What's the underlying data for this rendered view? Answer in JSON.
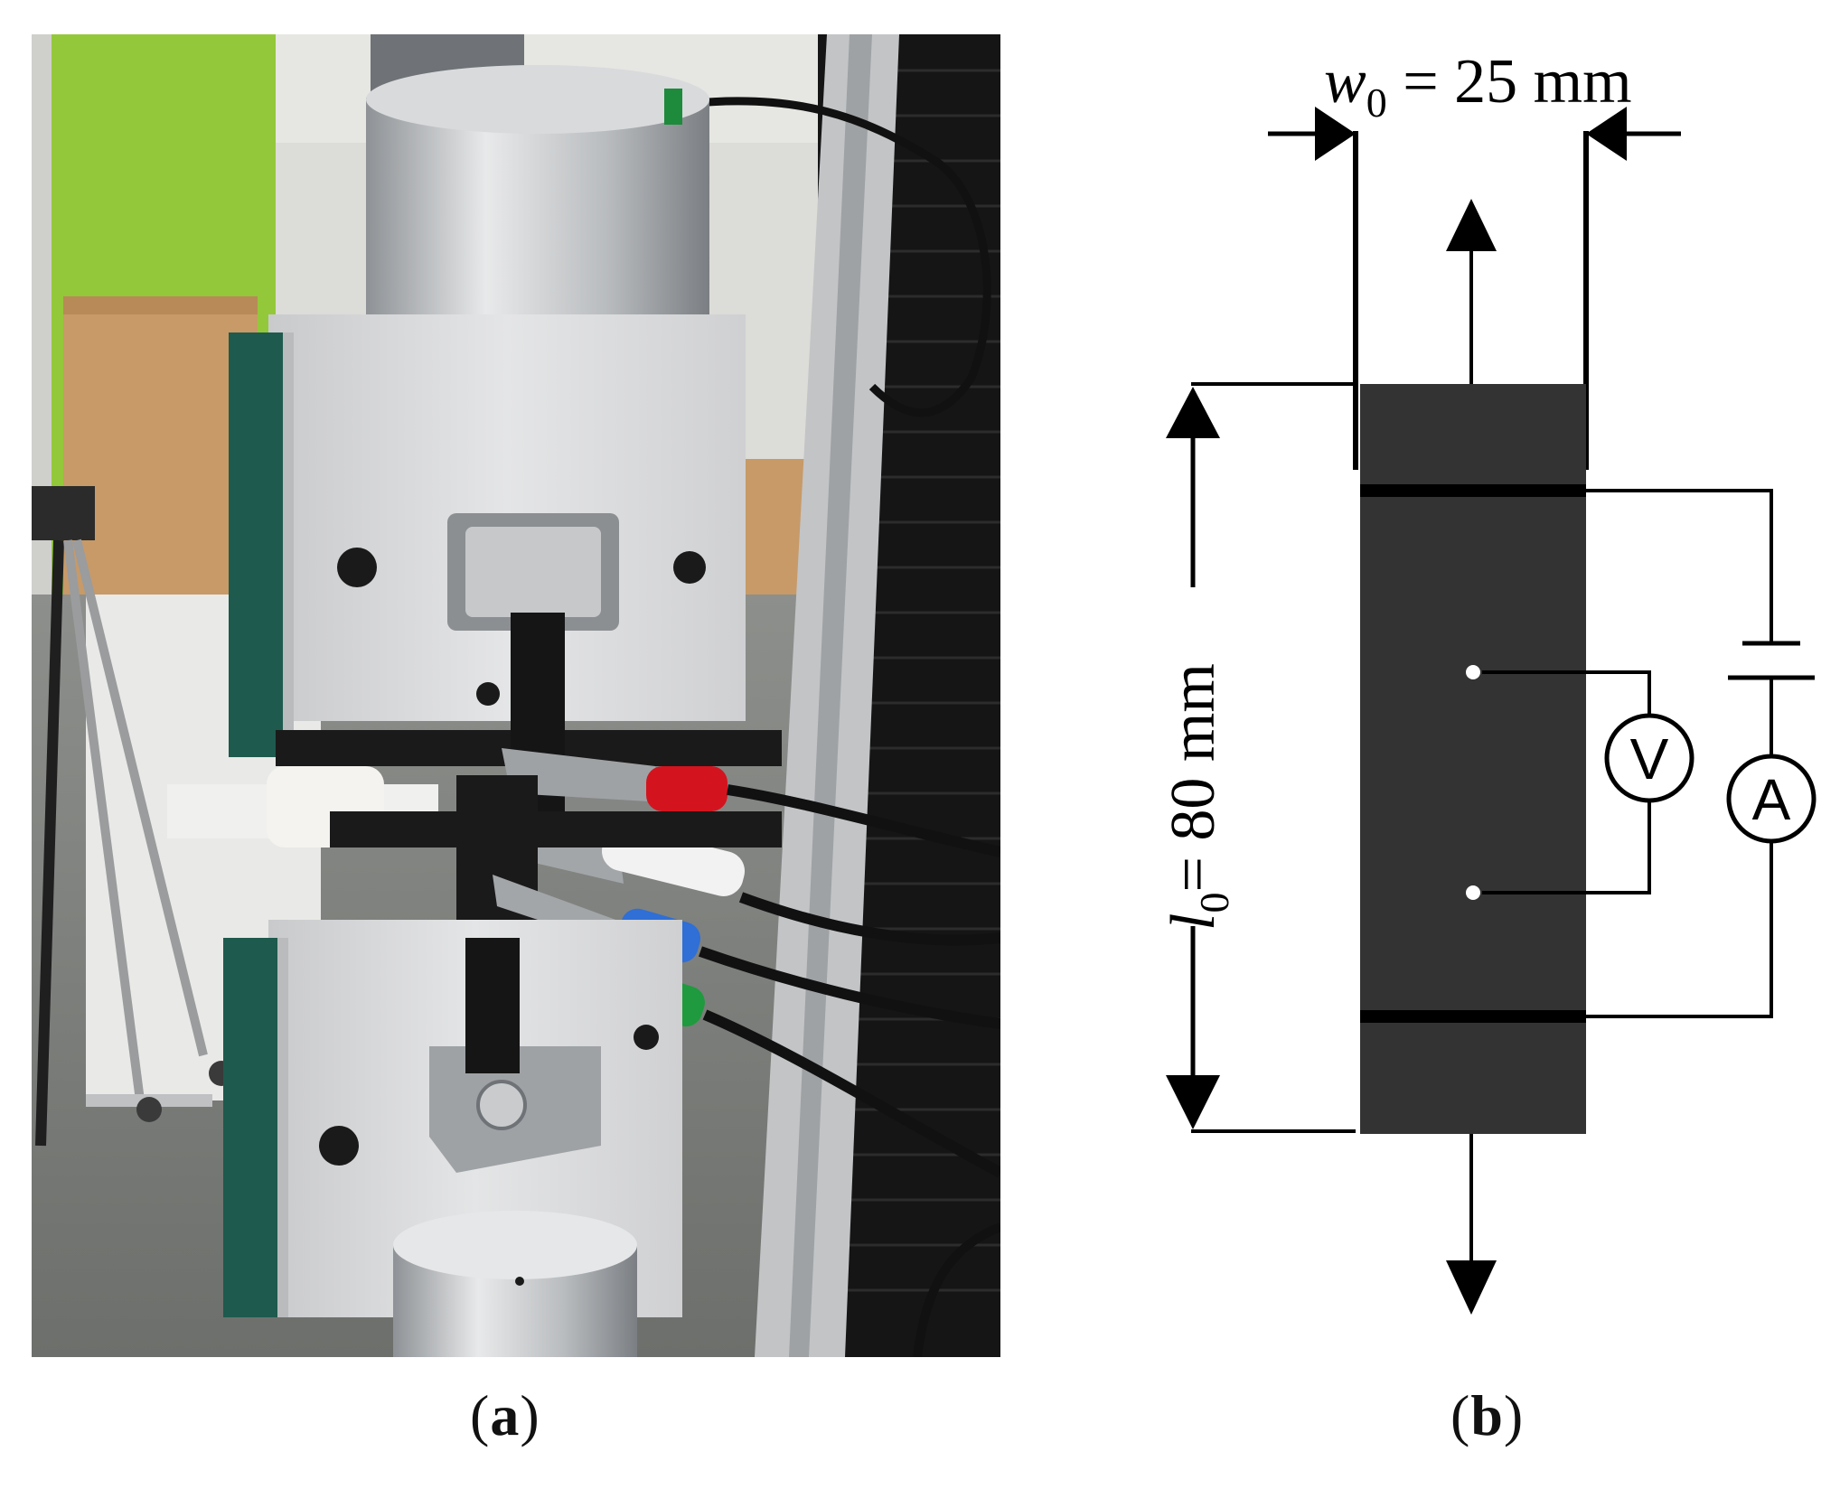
{
  "panels": {
    "a": {
      "label": "a"
    },
    "b": {
      "label": "b",
      "width_symbol": "w",
      "width_subscript": "0",
      "width_value": " = 25 mm",
      "length_symbol": "l",
      "length_subscript": "0",
      "length_value": "= 80 mm",
      "voltmeter": "V",
      "ammeter": "A"
    }
  },
  "colors": {
    "specimen": "#333333",
    "electrode": "#000000",
    "wire": "#000000",
    "photo_wall_green": "#93c83a",
    "grip_aluminium": "#d9dadc",
    "grip_green_panel": "#1e5a4e",
    "clip_red": "#d3141f",
    "clip_white": "#f2f2f2",
    "clip_blue": "#2f6fd6",
    "clip_green": "#1f9a3e"
  }
}
